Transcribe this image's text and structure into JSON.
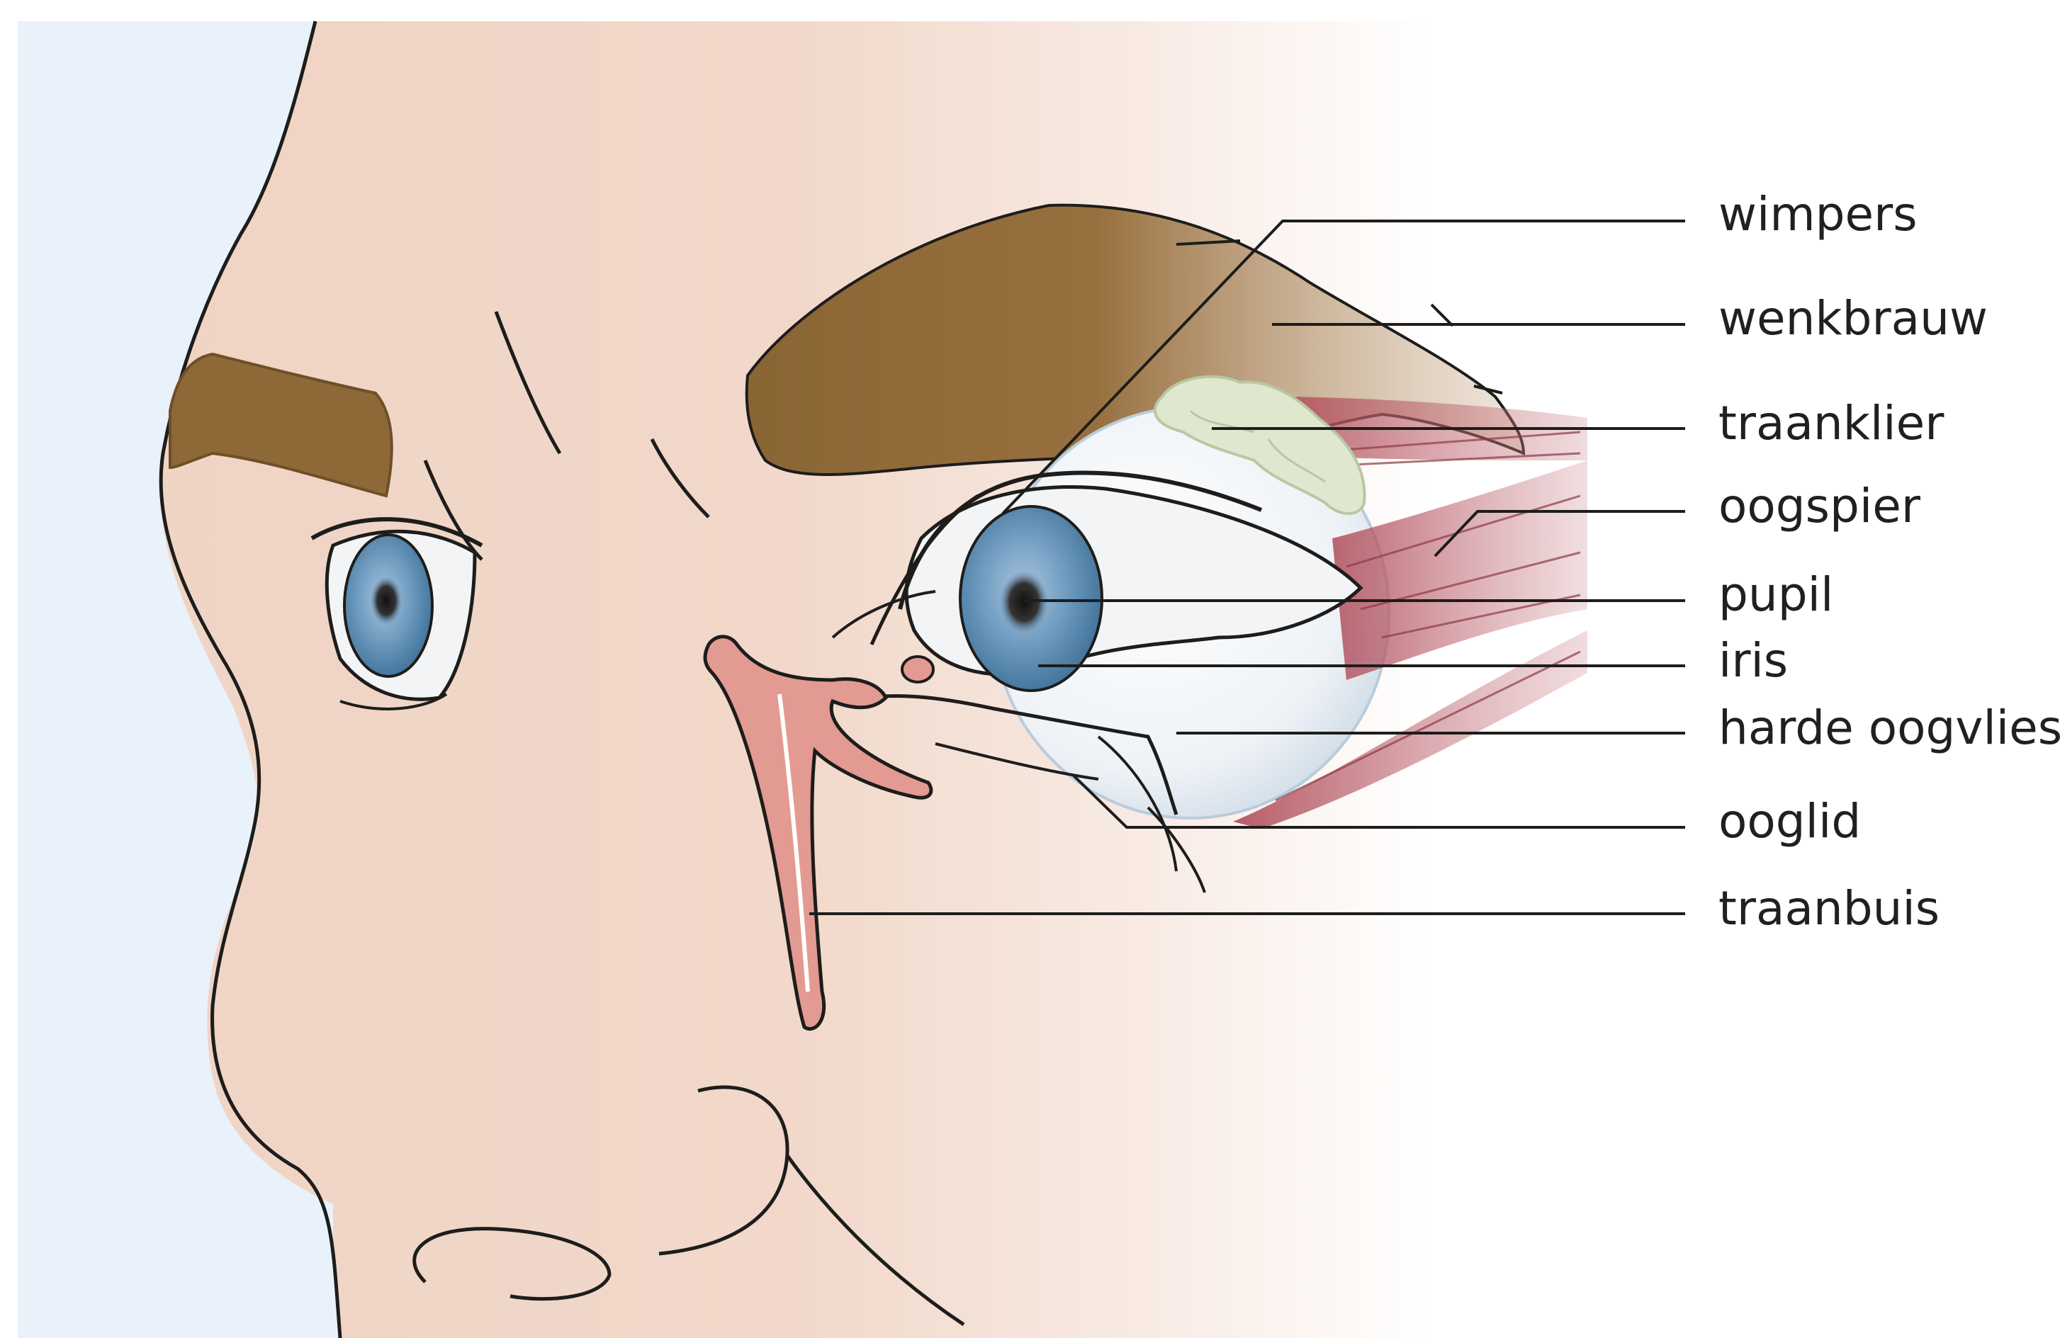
{
  "labels": {
    "wimpers": "wimpers",
    "wenkbrauw": "wenkbrauw",
    "traanklier": "traanklier",
    "oogspier": "oogspier",
    "pupil": "pupil",
    "iris": "iris",
    "harde_oogvlies": "harde oogvlies",
    "ooglid": "ooglid",
    "traanbuis": "traanbuis"
  },
  "colors": {
    "skin": "#efd3c3",
    "background_left": "#e9f1fa",
    "eyebrow": "#8e6837",
    "iris": "#5b8bb2",
    "sclera": "#f3f4f6",
    "gland": "#dfe8cf",
    "muscle": "#b35a62",
    "tear_duct": "#e39a92",
    "outline": "#1d1d1b"
  }
}
